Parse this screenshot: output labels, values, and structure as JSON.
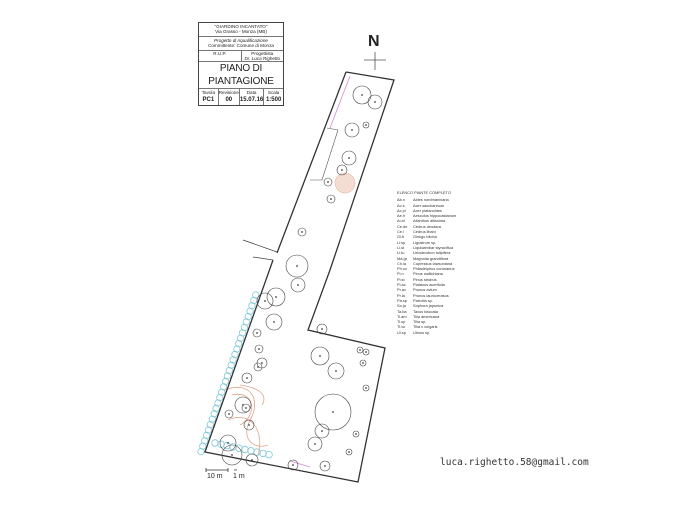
{
  "title_block": {
    "project": "\"GIARDINO INCANTATO\"",
    "address": "Via Grasso - Monza (MB)",
    "project_type": "Progetto di riqualificazione",
    "client": "Committente: Comune di Monza",
    "rup_label": "R.U.P.",
    "designer_label": "Progettista",
    "designer": "Dr. Luca Righetto",
    "drawing_title": "PIANO DI PIANTAGIONE",
    "fields": [
      {
        "label": "Tavola",
        "value": "PC1"
      },
      {
        "label": "Revisione",
        "value": "00"
      },
      {
        "label": "Data",
        "value": "15.07.16"
      },
      {
        "label": "Scala",
        "value": "1:500"
      }
    ]
  },
  "north_label": "N",
  "legend": {
    "title": "ELENCO PIANTE COMPLETO",
    "items": [
      {
        "code": "Ab.n",
        "name": "Abies nordmanniana"
      },
      {
        "code": "Ac.s",
        "name": "Acer saccharinum"
      },
      {
        "code": "Ac.pl",
        "name": "Acer platanoides"
      },
      {
        "code": "Ae.h",
        "name": "Aesculus hippocastanum"
      },
      {
        "code": "Ai.al",
        "name": "Ailanthus altissima"
      },
      {
        "code": "Ce.de",
        "name": "Cedrus deodara"
      },
      {
        "code": "Ce.l",
        "name": "Cedrus libani"
      },
      {
        "code": "Gi.b",
        "name": "Ginkgo biloba"
      },
      {
        "code": "Li.sp",
        "name": "Ligustrum sp."
      },
      {
        "code": "Li.st",
        "name": "Liquidambar styraciflua"
      },
      {
        "code": "Li.tu",
        "name": "Liriodendron tulipifera"
      },
      {
        "code": "Ma.gr",
        "name": "Magnolia grandiflora"
      },
      {
        "code": "Ch.la",
        "name": "Cupressus lawsoniana"
      },
      {
        "code": "Ph.co",
        "name": "Philadelphus coronarius"
      },
      {
        "code": "Pi.n",
        "name": "Pinus wallichiana"
      },
      {
        "code": "Pi.st",
        "name": "Pinus strobus"
      },
      {
        "code": "Pl.ac",
        "name": "Platanus acerifolia"
      },
      {
        "code": "Pr.av",
        "name": "Prunus avium"
      },
      {
        "code": "Pr.la",
        "name": "Prunus laurocerasus"
      },
      {
        "code": "Pa.sp",
        "name": "Parrotia sp."
      },
      {
        "code": "So.ja",
        "name": "Sophora japonica"
      },
      {
        "code": "Ta.ba",
        "name": "Taxus baccata"
      },
      {
        "code": "Ti.am",
        "name": "Tilia americana"
      },
      {
        "code": "Ti.sp",
        "name": "Tilia sp."
      },
      {
        "code": "Ti.vu",
        "name": "Tilia x vulgaris"
      },
      {
        "code": "Ul.sp",
        "name": "Ulmus sp."
      }
    ]
  },
  "scale_bar": {
    "major": "10 m",
    "minor": "1 m"
  },
  "email": "luca.righetto.58@gmail.com",
  "colors": {
    "outline": "#333333",
    "trees": "#444444",
    "hedge": "#7ec8d8",
    "paths": "#e0a48a",
    "pink_line": "#d38ad0"
  }
}
